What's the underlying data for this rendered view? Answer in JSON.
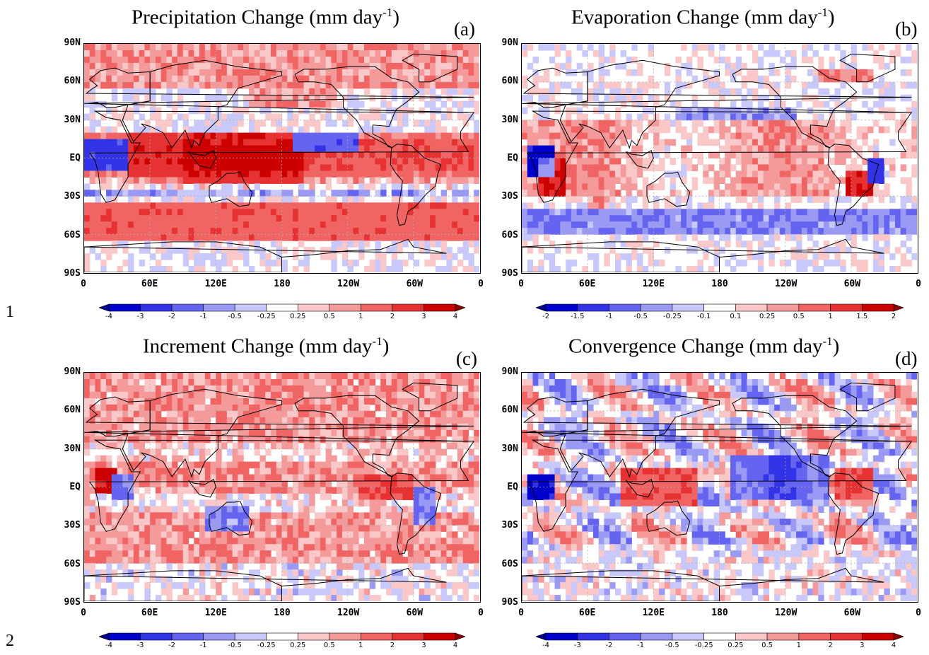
{
  "page_numbers": [
    "1",
    "2"
  ],
  "lat_labels": [
    "90N",
    "60N",
    "30N",
    "EQ",
    "30S",
    "60S",
    "90S"
  ],
  "lon_labels": [
    "0",
    "60E",
    "120E",
    "180",
    "120W",
    "60W",
    "0"
  ],
  "colors": {
    "blue": [
      "#00008b",
      "#0000cd",
      "#3232e6",
      "#6464f0",
      "#9a9af5",
      "#c8c8fa"
    ],
    "white": "#ffffff",
    "red": [
      "#fac8c8",
      "#f59a9a",
      "#f06464",
      "#e63232",
      "#cd0000",
      "#8b0000"
    ],
    "coast": "#000000"
  },
  "panels": [
    {
      "title": "Precipitation Change (mm day",
      "unit_sup": "-1",
      "title_close": ")",
      "tag": "(a)",
      "colorbar_levels": [
        "-4",
        "-3",
        "-2",
        "-1",
        "-0.5",
        "-0.25",
        "0.25",
        "0.5",
        "1",
        "2",
        "3",
        "4"
      ],
      "pattern": "precip"
    },
    {
      "title": "Evaporation Change (mm day",
      "unit_sup": "-1",
      "title_close": ")",
      "tag": "(b)",
      "colorbar_levels": [
        "-2",
        "-1.5",
        "-1",
        "-0.5",
        "-0.25",
        "-0.1",
        "0.1",
        "0.25",
        "0.5",
        "1",
        "1.5",
        "2"
      ],
      "pattern": "evap"
    },
    {
      "title": "Increment Change (mm day",
      "unit_sup": "-1",
      "title_close": ")",
      "tag": "(c)",
      "colorbar_levels": [
        "-4",
        "-3",
        "-2",
        "-1",
        "-0.5",
        "-0.25",
        "0.25",
        "0.5",
        "1",
        "2",
        "3",
        "4"
      ],
      "pattern": "incr"
    },
    {
      "title": "Convergence Change (mm day",
      "unit_sup": "-1",
      "title_close": ")",
      "tag": "(d)",
      "colorbar_levels": [
        "-4",
        "-3",
        "-2",
        "-1",
        "-0.5",
        "-0.25",
        "0.25",
        "0.5",
        "1",
        "2",
        "3",
        "4"
      ],
      "pattern": "conv"
    }
  ]
}
